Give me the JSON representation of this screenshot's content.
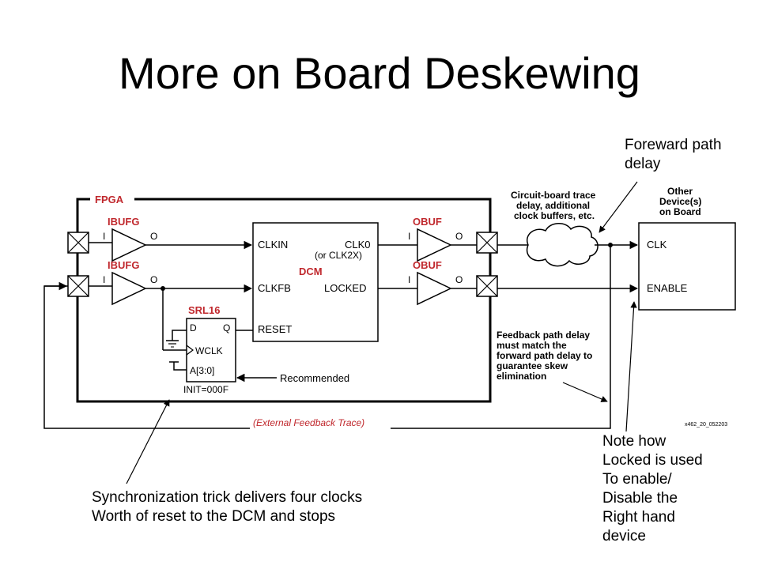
{
  "title": "More on Board Deskewing",
  "annotations": {
    "forward_path": "Foreward path\ndelay",
    "synchronization": "Synchronization trick delivers four clocks\nWorth of reset to the DCM and stops",
    "locked_note": "Note how\nLocked is used\nTo enable/\nDisable the\nRight hand\ndevice"
  },
  "diagram": {
    "fpga_label": "FPGA",
    "ibufg_label": "IBUFG",
    "obuf_label": "OBUF",
    "dcm_label": "DCM",
    "srl16_label": "SRL16",
    "pin_i": "I",
    "pin_o": "O",
    "clkin": "CLKIN",
    "clk0": "CLK0",
    "clk2x": "(or CLK2X)",
    "clkfb": "CLKFB",
    "locked": "LOCKED",
    "reset": "RESET",
    "srl_d": "D",
    "srl_q": "Q",
    "srl_wclk": "WCLK",
    "srl_a": "A[3:0]",
    "srl_init": "INIT=000F",
    "recommended": "Recommended",
    "trace_line1": "Circuit-board trace",
    "trace_line2": "delay, additional",
    "trace_line3": "clock buffers, etc.",
    "other_line1": "Other",
    "other_line2": "Device(s)",
    "other_line3": "on Board",
    "clk": "CLK",
    "enable": "ENABLE",
    "feedback_line1": "Feedback path delay",
    "feedback_line2": "must match the",
    "feedback_line3": "forward path delay to",
    "feedback_line4": "guarantee skew",
    "feedback_line5": "elimination",
    "external_feedback": "(External Feedback Trace)",
    "figure_id": "x462_20_052203"
  },
  "colors": {
    "label_red": "#c0282d",
    "line": "#000000"
  }
}
